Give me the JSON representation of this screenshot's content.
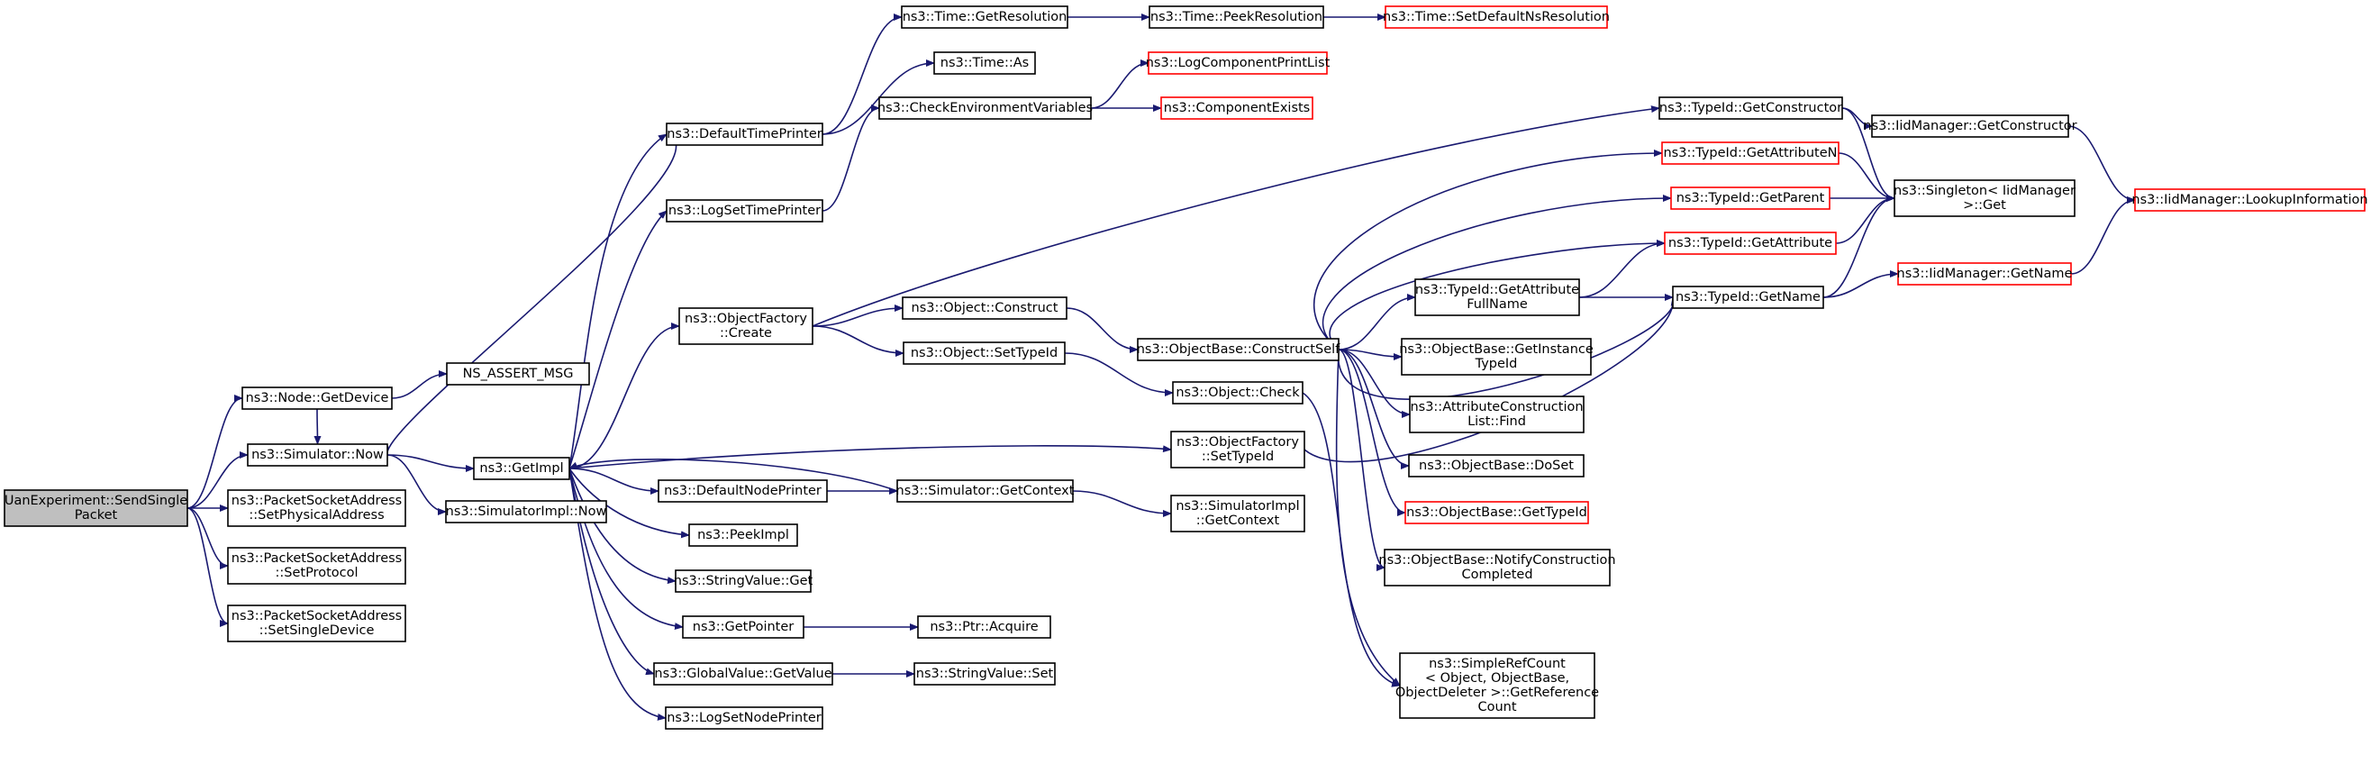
{
  "diagram": {
    "edge_color": "#191970",
    "node_border": "#000000",
    "missing_border": "#ff0000",
    "root_fill": "#bfbfbf",
    "nodes": [
      {
        "id": "root",
        "lines": [
          "UanExperiment::SendSingle",
          "Packet"
        ],
        "style": "root"
      },
      {
        "id": "getdevice",
        "lines": [
          "ns3::Node::GetDevice"
        ]
      },
      {
        "id": "assertmsg",
        "lines": [
          "NS_ASSERT_MSG"
        ]
      },
      {
        "id": "simnow",
        "lines": [
          "ns3::Simulator::Now"
        ]
      },
      {
        "id": "setphys",
        "lines": [
          "ns3::PacketSocketAddress",
          "::SetPhysicalAddress"
        ]
      },
      {
        "id": "setproto",
        "lines": [
          "ns3::PacketSocketAddress",
          "::SetProtocol"
        ]
      },
      {
        "id": "setsingle",
        "lines": [
          "ns3::PacketSocketAddress",
          "::SetSingleDevice"
        ]
      },
      {
        "id": "getimpl",
        "lines": [
          "ns3::GetImpl"
        ]
      },
      {
        "id": "simimplnow",
        "lines": [
          "ns3::SimulatorImpl::Now"
        ]
      },
      {
        "id": "deftimeprinter",
        "lines": [
          "ns3::DefaultTimePrinter"
        ]
      },
      {
        "id": "logsettimeprinter",
        "lines": [
          "ns3::LogSetTimePrinter"
        ]
      },
      {
        "id": "objfactcreate",
        "lines": [
          "ns3::ObjectFactory",
          "::Create"
        ]
      },
      {
        "id": "defnodeprinter",
        "lines": [
          "ns3::DefaultNodePrinter"
        ]
      },
      {
        "id": "peekimpl",
        "lines": [
          "ns3::PeekImpl"
        ]
      },
      {
        "id": "strvalget",
        "lines": [
          "ns3::StringValue::Get"
        ]
      },
      {
        "id": "getpointer",
        "lines": [
          "ns3::GetPointer"
        ]
      },
      {
        "id": "globgetvalue",
        "lines": [
          "ns3::GlobalValue::GetValue"
        ]
      },
      {
        "id": "logsetnodeprinter",
        "lines": [
          "ns3::LogSetNodePrinter"
        ]
      },
      {
        "id": "timegetres",
        "lines": [
          "ns3::Time::GetResolution"
        ]
      },
      {
        "id": "timeas",
        "lines": [
          "ns3::Time::As"
        ]
      },
      {
        "id": "checkenv",
        "lines": [
          "ns3::CheckEnvironmentVariables"
        ]
      },
      {
        "id": "objconstruct",
        "lines": [
          "ns3::Object::Construct"
        ]
      },
      {
        "id": "objsettypeid",
        "lines": [
          "ns3::Object::SetTypeId"
        ]
      },
      {
        "id": "simgetcontext",
        "lines": [
          "ns3::Simulator::GetContext"
        ]
      },
      {
        "id": "ptracquire",
        "lines": [
          "ns3::Ptr::Acquire"
        ]
      },
      {
        "id": "strvalset",
        "lines": [
          "ns3::StringValue::Set"
        ]
      },
      {
        "id": "timepeekres",
        "lines": [
          "ns3::Time::PeekResolution"
        ]
      },
      {
        "id": "logcompprint",
        "lines": [
          "ns3::LogComponentPrintList"
        ],
        "style": "red"
      },
      {
        "id": "compexists",
        "lines": [
          "ns3::ComponentExists"
        ],
        "style": "red"
      },
      {
        "id": "objbaseconstruct",
        "lines": [
          "ns3::ObjectBase::ConstructSelf"
        ]
      },
      {
        "id": "objcheck",
        "lines": [
          "ns3::Object::Check"
        ]
      },
      {
        "id": "objfactsettypeid",
        "lines": [
          "ns3::ObjectFactory",
          "::SetTypeId"
        ]
      },
      {
        "id": "simimplgetctx",
        "lines": [
          "ns3::SimulatorImpl",
          "::GetContext"
        ]
      },
      {
        "id": "timesetdefns",
        "lines": [
          "ns3::Time::SetDefaultNsResolution"
        ],
        "style": "red"
      },
      {
        "id": "tidgetconstructor",
        "lines": [
          "ns3::TypeId::GetConstructor"
        ]
      },
      {
        "id": "tidgetattrn",
        "lines": [
          "ns3::TypeId::GetAttributeN"
        ],
        "style": "red"
      },
      {
        "id": "tidgetparent",
        "lines": [
          "ns3::TypeId::GetParent"
        ],
        "style": "red"
      },
      {
        "id": "tidgetattr",
        "lines": [
          "ns3::TypeId::GetAttribute"
        ],
        "style": "red"
      },
      {
        "id": "tidgetattrfull",
        "lines": [
          "ns3::TypeId::GetAttribute",
          "FullName"
        ]
      },
      {
        "id": "objbasegetinst",
        "lines": [
          "ns3::ObjectBase::GetInstance",
          "TypeId"
        ]
      },
      {
        "id": "attrconstfind",
        "lines": [
          "ns3::AttributeConstruction",
          "List::Find"
        ]
      },
      {
        "id": "objbasedoset",
        "lines": [
          "ns3::ObjectBase::DoSet"
        ]
      },
      {
        "id": "objbasegettid",
        "lines": [
          "ns3::ObjectBase::GetTypeId"
        ],
        "style": "red"
      },
      {
        "id": "objbasenotify",
        "lines": [
          "ns3::ObjectBase::NotifyConstruction",
          "Completed"
        ]
      },
      {
        "id": "simplerefcount",
        "lines": [
          "ns3::SimpleRefCount",
          "< Object, ObjectBase,",
          "ObjectDeleter >::GetReference",
          "Count"
        ]
      },
      {
        "id": "iidmgrgetctor",
        "lines": [
          "ns3::IidManager::GetConstructor"
        ]
      },
      {
        "id": "singletonget",
        "lines": [
          "ns3::Singleton< IidManager",
          ">::Get"
        ]
      },
      {
        "id": "tidgetname",
        "lines": [
          "ns3::TypeId::GetName"
        ]
      },
      {
        "id": "iidmgrgetname",
        "lines": [
          "ns3::IidManager::GetName"
        ],
        "style": "red"
      },
      {
        "id": "iidmgrlookup",
        "lines": [
          "ns3::IidManager::LookupInformation"
        ],
        "style": "red"
      }
    ],
    "edges": [
      [
        "root",
        "getdevice"
      ],
      [
        "root",
        "simnow"
      ],
      [
        "root",
        "setphys"
      ],
      [
        "root",
        "setproto"
      ],
      [
        "root",
        "setsingle"
      ],
      [
        "getdevice",
        "assertmsg"
      ],
      [
        "getdevice",
        "simnow"
      ],
      [
        "simnow",
        "getimpl"
      ],
      [
        "simnow",
        "simimplnow"
      ],
      [
        "getimpl",
        "deftimeprinter"
      ],
      [
        "getimpl",
        "logsettimeprinter"
      ],
      [
        "getimpl",
        "objfactcreate"
      ],
      [
        "getimpl",
        "defnodeprinter"
      ],
      [
        "getimpl",
        "peekimpl"
      ],
      [
        "getimpl",
        "strvalget"
      ],
      [
        "getimpl",
        "getpointer"
      ],
      [
        "getimpl",
        "globgetvalue"
      ],
      [
        "getimpl",
        "logsetnodeprinter"
      ],
      [
        "getimpl",
        "objfactsettypeid"
      ],
      [
        "deftimeprinter",
        "timegetres"
      ],
      [
        "deftimeprinter",
        "timeas"
      ],
      [
        "deftimeprinter",
        "simnow"
      ],
      [
        "logsettimeprinter",
        "checkenv"
      ],
      [
        "timegetres",
        "timepeekres"
      ],
      [
        "timepeekres",
        "timesetdefns"
      ],
      [
        "checkenv",
        "logcompprint"
      ],
      [
        "checkenv",
        "compexists"
      ],
      [
        "objfactcreate",
        "tidgetconstructor"
      ],
      [
        "objfactcreate",
        "objconstruct"
      ],
      [
        "objfactcreate",
        "objsettypeid"
      ],
      [
        "objconstruct",
        "objbaseconstruct"
      ],
      [
        "objsettypeid",
        "objcheck"
      ],
      [
        "defnodeprinter",
        "simgetcontext"
      ],
      [
        "simgetcontext",
        "getimpl"
      ],
      [
        "simgetcontext",
        "simimplgetctx"
      ],
      [
        "getpointer",
        "ptracquire"
      ],
      [
        "globgetvalue",
        "strvalset"
      ],
      [
        "objbaseconstruct",
        "tidgetattrn"
      ],
      [
        "objbaseconstruct",
        "tidgetparent"
      ],
      [
        "objbaseconstruct",
        "tidgetattr"
      ],
      [
        "objbaseconstruct",
        "tidgetattrfull"
      ],
      [
        "objbaseconstruct",
        "objbasegetinst"
      ],
      [
        "objbaseconstruct",
        "attrconstfind"
      ],
      [
        "objbaseconstruct",
        "objbasedoset"
      ],
      [
        "objbaseconstruct",
        "objbasegettid"
      ],
      [
        "objbaseconstruct",
        "objbasenotify"
      ],
      [
        "objbaseconstruct",
        "simplerefcount"
      ],
      [
        "objbaseconstruct",
        "tidgetname"
      ],
      [
        "objcheck",
        "simplerefcount"
      ],
      [
        "objfactsettypeid",
        "tidgetname"
      ],
      [
        "tidgetconstructor",
        "iidmgrgetctor"
      ],
      [
        "tidgetconstructor",
        "singletonget"
      ],
      [
        "tidgetattrn",
        "singletonget"
      ],
      [
        "tidgetparent",
        "singletonget"
      ],
      [
        "tidgetattr",
        "singletonget"
      ],
      [
        "tidgetattrfull",
        "tidgetattr"
      ],
      [
        "tidgetattrfull",
        "tidgetname"
      ],
      [
        "iidmgrgetctor",
        "iidmgrlookup"
      ],
      [
        "tidgetname",
        "singletonget"
      ],
      [
        "tidgetname",
        "iidmgrgetname"
      ],
      [
        "iidmgrgetname",
        "iidmgrlookup"
      ]
    ]
  }
}
